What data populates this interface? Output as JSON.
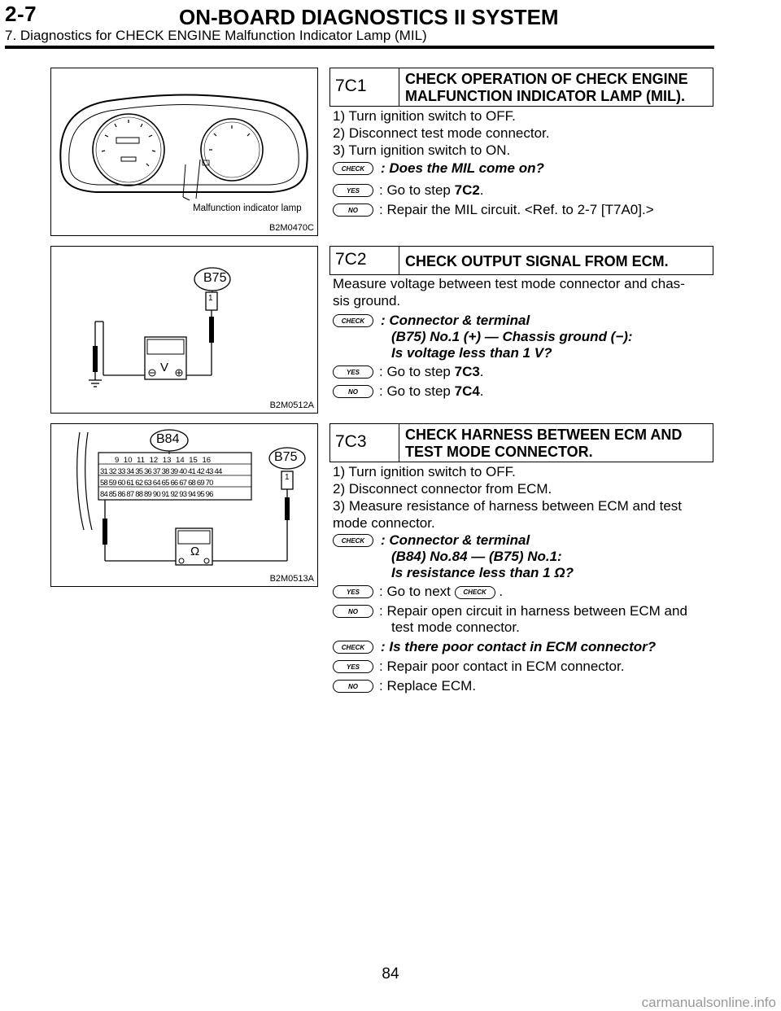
{
  "header": {
    "section": "2-7",
    "title": "ON-BOARD DIAGNOSTICS II SYSTEM",
    "subtitle": "7. Diagnostics for CHECK ENGINE Malfunction Indicator Lamp (MIL)"
  },
  "figures": {
    "fig1": {
      "label": "Malfunction indicator lamp",
      "code": "B2M0470C"
    },
    "fig2": {
      "connector": "B75",
      "pin": "1",
      "meter": "V",
      "code": "B2M0512A"
    },
    "fig3": {
      "connector_ecm": "B84",
      "connector_test": "B75",
      "pin": "1",
      "meter": "Ω",
      "code": "B2M0513A",
      "row1": [
        "9",
        "10",
        "11",
        "12",
        "13",
        "14",
        "15",
        "16"
      ],
      "row2": [
        "31",
        "32",
        "33",
        "34",
        "35",
        "36",
        "37",
        "38",
        "39",
        "40",
        "41",
        "42",
        "43",
        "44"
      ],
      "row3": [
        "58",
        "59",
        "60",
        "61",
        "62",
        "63",
        "64",
        "65",
        "66",
        "67",
        "68",
        "69",
        "70"
      ],
      "row4": [
        "84",
        "85",
        "86",
        "87",
        "88",
        "89",
        "90",
        "91",
        "92",
        "93",
        "94",
        "95",
        "96"
      ]
    }
  },
  "badges": {
    "check": "CHECK",
    "yes": "YES",
    "no": "NO"
  },
  "step1": {
    "id": "7C1",
    "title": "CHECK OPERATION OF CHECK ENGINE MALFUNCTION INDICATOR LAMP (MIL).",
    "instructions": [
      "1) Turn ignition switch to OFF.",
      "2) Disconnect test mode connector.",
      "3) Turn ignition switch to ON."
    ],
    "question": ": Does the MIL come on?",
    "yes_prefix": ": Go to step ",
    "yes_target": "7C2",
    "no": ": Repair the MIL circuit. <Ref. to 2-7 [T7A0].>"
  },
  "step2": {
    "id": "7C2",
    "title": "CHECK OUTPUT SIGNAL FROM ECM.",
    "instructions": [
      "Measure voltage between test mode connector and chas-",
      "sis ground."
    ],
    "question_lines": [
      ": Connector & terminal",
      "(B75) No.1 (+) — Chassis ground (−):",
      "Is voltage less than 1 V?"
    ],
    "yes_prefix": ": Go to step ",
    "yes_target": "7C3",
    "no_prefix": ": Go to step ",
    "no_target": "7C4"
  },
  "step3": {
    "id": "7C3",
    "title": "CHECK HARNESS BETWEEN ECM AND TEST MODE CONNECTOR.",
    "instructions": [
      "1) Turn ignition switch to OFF.",
      "2) Disconnect connector from ECM.",
      "3) Measure resistance of harness between ECM and test",
      "mode connector."
    ],
    "question_lines": [
      ": Connector & terminal",
      "(B84) No.84 — (B75) No.1:",
      "Is resistance less than 1 Ω?"
    ],
    "yes_next": ": Go to next",
    "no_lines": [
      ": Repair open circuit in harness between ECM and",
      "test mode connector."
    ],
    "question2": ": Is there poor contact in ECM connector?",
    "yes2": ": Repair poor contact in ECM connector.",
    "no2": ": Replace ECM."
  },
  "page_number": "84",
  "watermark": "carmanualsonline.info"
}
